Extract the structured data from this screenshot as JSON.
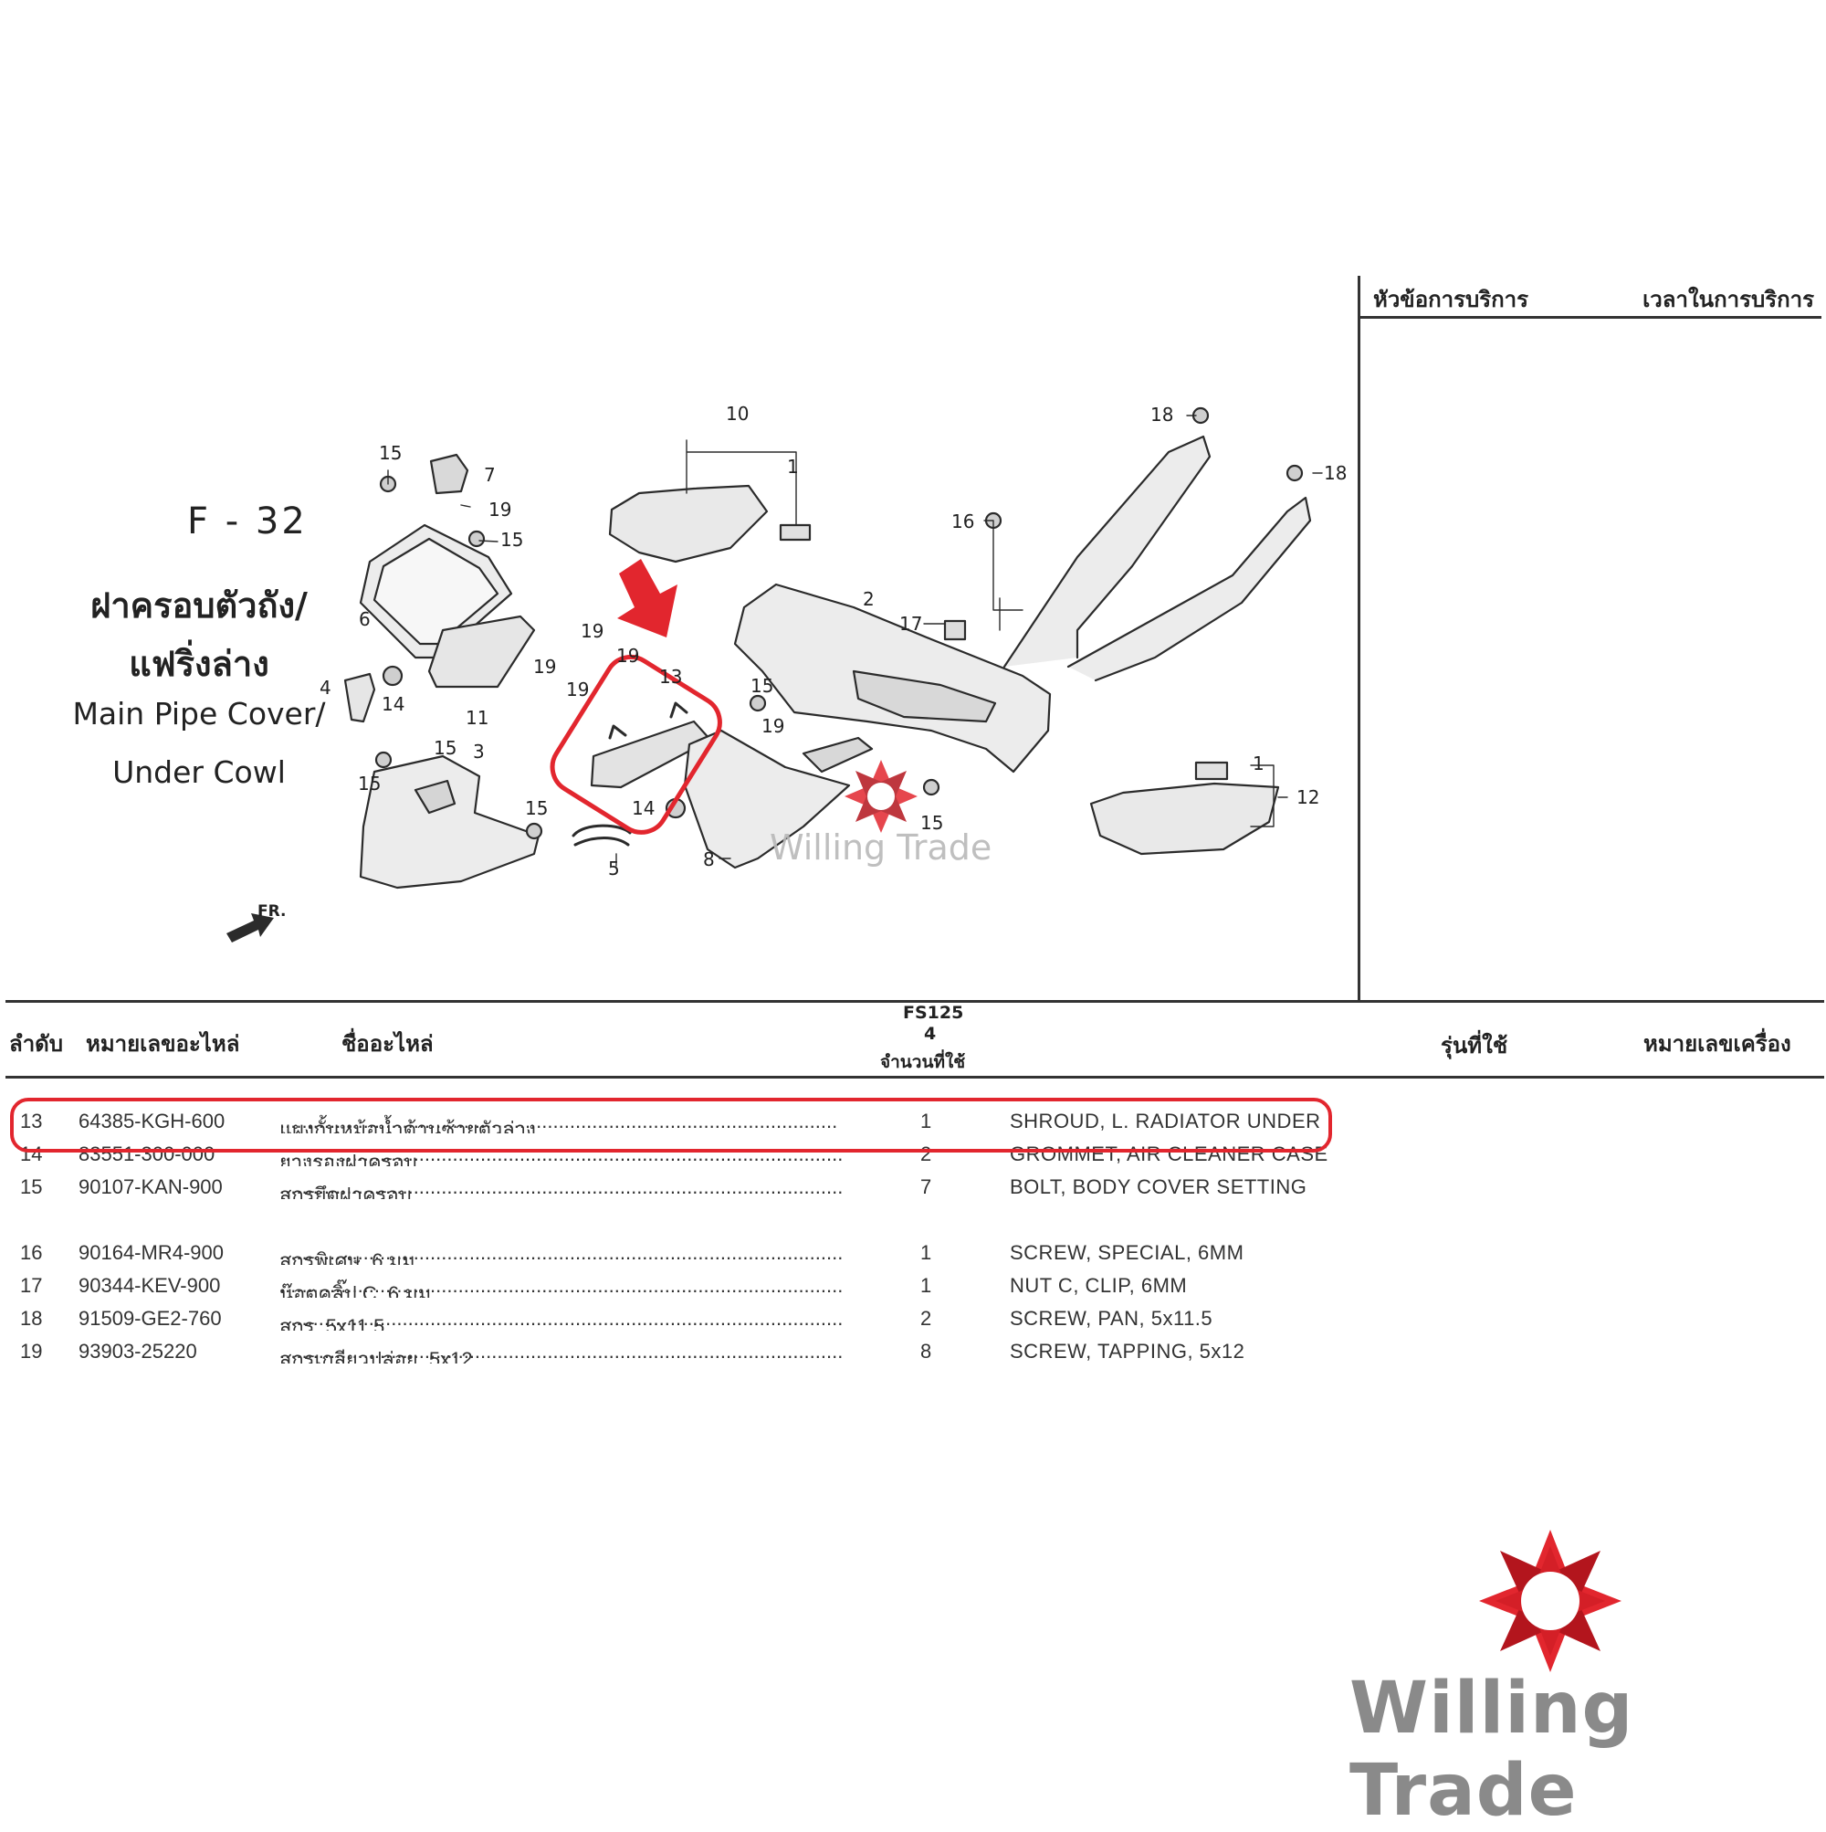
{
  "figure": {
    "code": "F - 32",
    "title_th_line1": "ฝาครอบตัวถัง/",
    "title_th_line2": "แฟริ่งล่าง",
    "title_en_line1": "Main Pipe Cover/",
    "title_en_line2": "Under Cowl",
    "front_marker": "FR.",
    "callouts": [
      "1",
      "2",
      "3",
      "4",
      "5",
      "6",
      "7",
      "8",
      "10",
      "11",
      "12",
      "13",
      "14",
      "15",
      "16",
      "17",
      "18",
      "19"
    ]
  },
  "service_panel": {
    "topic_header": "หัวข้อการบริการ",
    "time_header": "เวลาในการบริการ"
  },
  "parts_table": {
    "headers": {
      "no": "ลำดับ",
      "part_number": "หมายเลขอะไหล่",
      "part_name": "ชื่ออะไหล่",
      "model": "FS125",
      "model_sub": "4",
      "quantity": "จำนวนที่ใช้",
      "model_used": "รุ่นที่ใช้",
      "engine_number": "หมายเลขเครื่อง"
    },
    "rows": [
      {
        "no": "13",
        "part_number": "64385-KGH-600",
        "name_th": "แผงกั้นหม้อน้ำด้านซ้ายตัวล่าง",
        "qty": "1",
        "name_en": "SHROUD, L. RADIATOR UNDER"
      },
      {
        "no": "14",
        "part_number": "83551-300-000",
        "name_th": "ยางรองฝาครอบ",
        "qty": "2",
        "name_en": "GROMMET, AIR CLEANER CASE"
      },
      {
        "no": "15",
        "part_number": "90107-KAN-900",
        "name_th": "สกรูยึดฝาครอบ",
        "qty": "7",
        "name_en": "BOLT, BODY COVER SETTING"
      },
      {
        "no": "16",
        "part_number": "90164-MR4-900",
        "name_th": "สกรูพิเศษ, 6 มม.",
        "qty": "1",
        "name_en": "SCREW, SPECIAL, 6MM"
      },
      {
        "no": "17",
        "part_number": "90344-KEV-900",
        "name_th": "น๊อตคลิ๊ป C, 6 มม.",
        "qty": "1",
        "name_en": "NUT C, CLIP, 6MM"
      },
      {
        "no": "18",
        "part_number": "91509-GE2-760",
        "name_th": "สกรู, 5x11.5",
        "qty": "2",
        "name_en": "SCREW, PAN, 5x11.5"
      },
      {
        "no": "19",
        "part_number": "93903-25220",
        "name_th": "สกรูเกลียวปล่อย, 5x12",
        "qty": "8",
        "name_en": "SCREW, TAPPING, 5x12"
      }
    ]
  },
  "branding": {
    "logo_text": "Willing Trade",
    "watermark_text": "Willing Trade"
  },
  "colors": {
    "highlight": "#e2262e",
    "logo_gray": "#8a8a8a",
    "rule": "#333333"
  }
}
